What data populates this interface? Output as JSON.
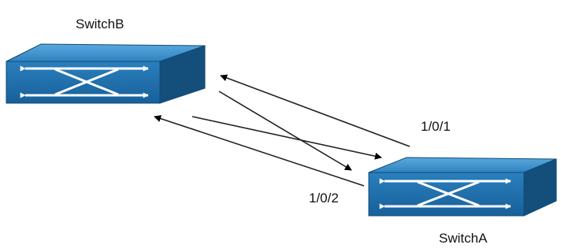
{
  "switches": [
    {
      "id": "switch-b",
      "name": "SwitchB"
    },
    {
      "id": "switch-a",
      "name": "SwitchA"
    }
  ],
  "ports": [
    {
      "id": "port-1",
      "label": "1/0/1"
    },
    {
      "id": "port-2",
      "label": "1/0/2"
    }
  ],
  "colors": {
    "switch_front": "#1e6fa8",
    "switch_top": "#3a8fce",
    "switch_side": "#14507d",
    "arrow": "#000000",
    "link_line": "#222222",
    "text": "#111111"
  }
}
